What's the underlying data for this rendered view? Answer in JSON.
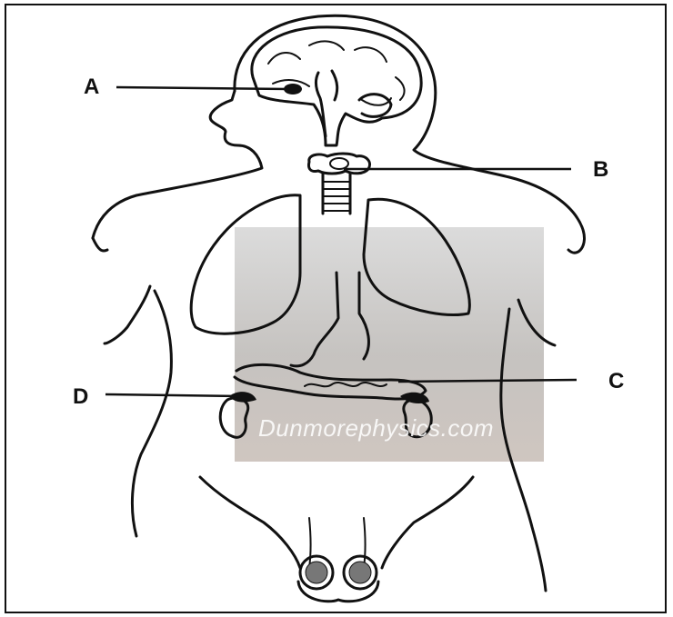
{
  "diagram": {
    "labels": {
      "a": "A",
      "b": "B",
      "c": "C",
      "d": "D"
    },
    "watermark": "Dunmorephysics.com"
  }
}
